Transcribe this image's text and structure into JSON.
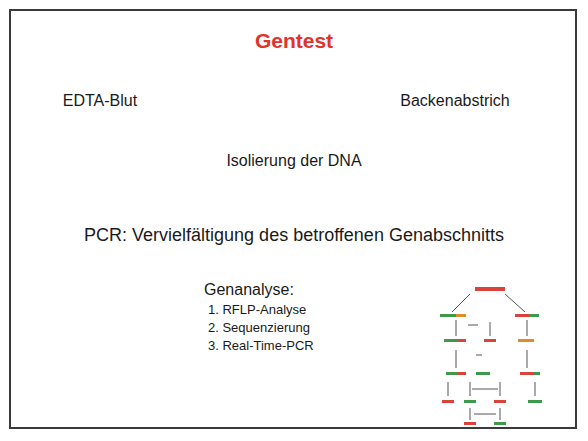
{
  "diagram": {
    "title": "Gentest",
    "labels": [
      "EDTA-Blut",
      "Backenabstrich",
      "Isolierung der DNA",
      "PCR: Vervielfältigung des betroffenen Genabschnitts",
      "Genanalyse:",
      "1. RFLP-Analyse",
      "2. Sequenzierung",
      "3. Real-Time-PCR"
    ]
  }
}
